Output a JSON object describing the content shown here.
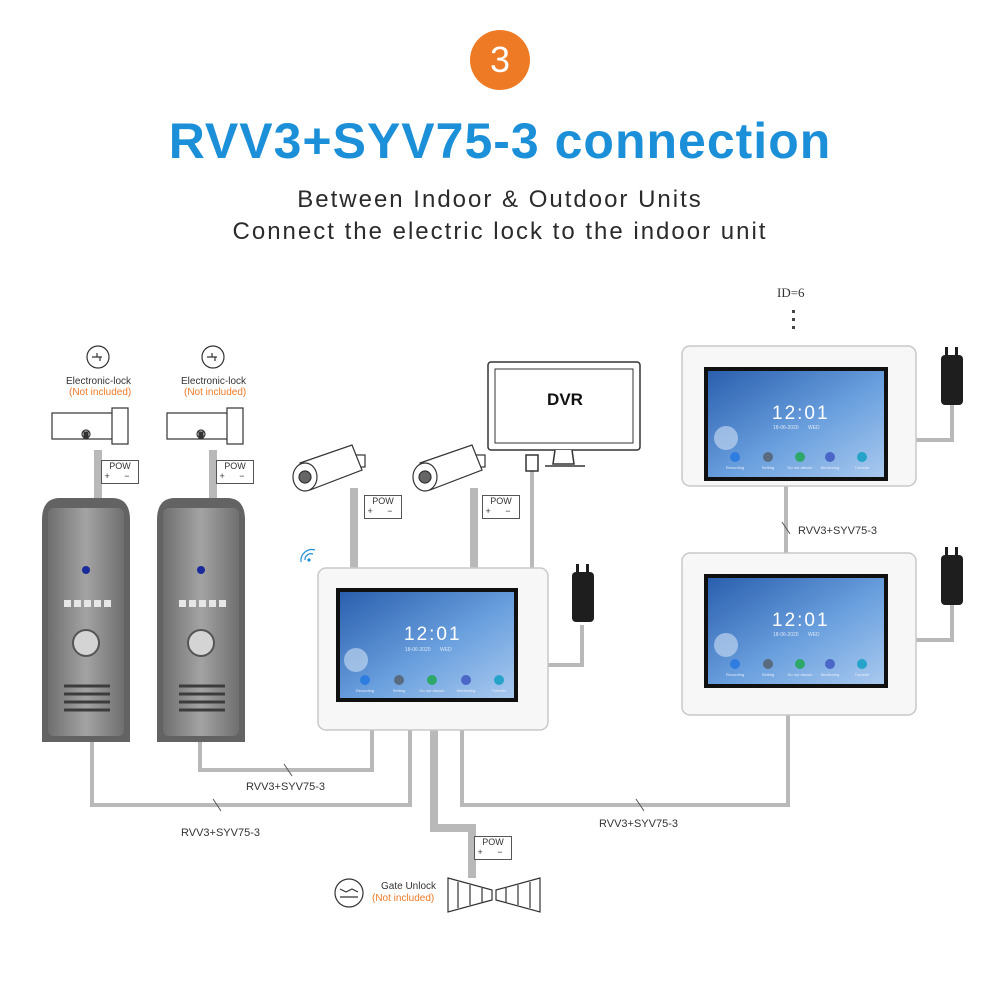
{
  "step_number": "3",
  "title": "RVV3+SYV75-3 connection",
  "subtitle_line1": "Between Indoor & Outdoor Units",
  "subtitle_line2": "Connect the electric lock to the indoor unit",
  "lock_label": "Electronic-lock",
  "not_included": "(Not included)",
  "pow_label": "POW",
  "pow_polarity": "+ −",
  "dvr_label": "DVR",
  "id_label": "ID=6",
  "wire_label": "RVV3+SYV75-3",
  "gate_label": "Gate Unlock",
  "gate_note": "(Not included)",
  "screen_time": "12:01",
  "screen_date": "18-06-2020",
  "screen_day": "WED",
  "apps": [
    "Recording",
    "Setting",
    "Do not disturb",
    "Monitoring",
    "Transfer"
  ],
  "colors": {
    "accent_blue": "#1b8fd8",
    "badge_orange": "#ee7a26",
    "wire_gray": "#b4b4b4",
    "doorbell_gray": "#8e8e8e"
  }
}
